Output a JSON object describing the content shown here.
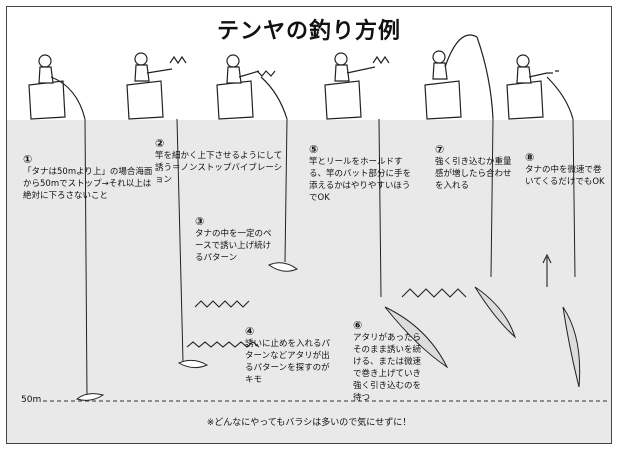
{
  "title": "テンヤの釣り方例",
  "depth_label": "50m",
  "steps": [
    {
      "num": "①",
      "text": "「タナは50mより上」の場合海面から50mでストップ→それ以上は絶対に下ろさないこと"
    },
    {
      "num": "②",
      "text": "竿を細かく上下させるようにして誘う＝ノンストップバイブレーション"
    },
    {
      "num": "③",
      "text": "タナの中を一定のペースで誘い上げ続けるパターン"
    },
    {
      "num": "④",
      "text": "誘いに止めを入れるパターンなどアタリが出るパターンを探すのがキモ"
    },
    {
      "num": "⑤",
      "text": "竿とリールをホールドする、竿のバット部分に手を添えるかはやりやすいほうでOK"
    },
    {
      "num": "⑥",
      "text": "アタリがあったらそのまま誘いを続ける、または微速で巻き上げていき強く引き込むのを待つ"
    },
    {
      "num": "⑦",
      "text": "強く引き込むか重量感が増したら合わせを入れる"
    },
    {
      "num": "⑧",
      "text": "タナの中を微速で巻いてくるだけでもOK"
    }
  ],
  "footer_note": "※どんなにやってもバラシは多いので気にせずに！"
}
